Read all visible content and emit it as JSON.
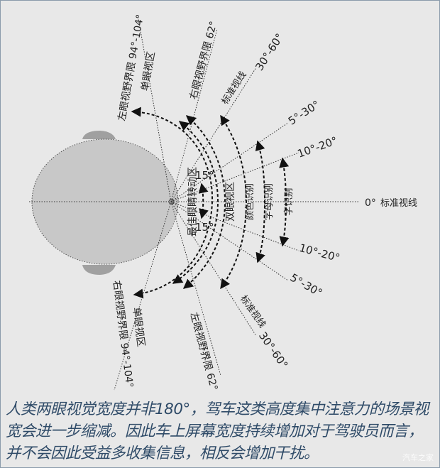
{
  "diagram": {
    "zero_line": {
      "angle": "0°",
      "label": "标准视线"
    },
    "upper": {
      "monocular_limit": {
        "label": "左眼视野界限",
        "angle": "94°-104°",
        "zone": "单眼视区"
      },
      "binocular_limit": {
        "label": "右眼视野界限",
        "angle": "62°"
      },
      "standard_sight": {
        "label": "标准视线",
        "angle": "30°-60°"
      },
      "color": {
        "angle": "5°-30°"
      },
      "letter": {
        "angle": "10°-20°"
      }
    },
    "lower": {
      "monocular_limit": {
        "label": "右眼视野界限",
        "angle": "94°-104°",
        "zone": "单眼视区"
      },
      "binocular_limit": {
        "label": "左眼视野界限",
        "angle": "62°"
      },
      "standard_sight": {
        "label": "标准视线",
        "angle": "30°-60°"
      },
      "color": {
        "angle": "5°-30°"
      },
      "letter": {
        "angle": "10°-20°"
      }
    },
    "zones": {
      "eye_rotation": "最佳眼睛转动区",
      "eye_rotation_up": "15°",
      "eye_rotation_down": "15°",
      "binocular": "双眼视区",
      "color_recognition": "颜色识别",
      "letter_recognition": "字母识别",
      "word_recognition": "字识别"
    },
    "colors": {
      "background": "#e8e8e8",
      "head": "#c8c8c8",
      "ears": "#a0a0a0",
      "caption": "#2f4b68"
    }
  },
  "caption": "人类两眼视觉宽度并非180°，驾车这类高度集中注意力的场景视宽会进一步缩减。因此车上屏幕宽度持续增加对于驾驶员而言，并不会因此受益多收集信息，相反会增加干扰。",
  "watermark": "汽车之家"
}
